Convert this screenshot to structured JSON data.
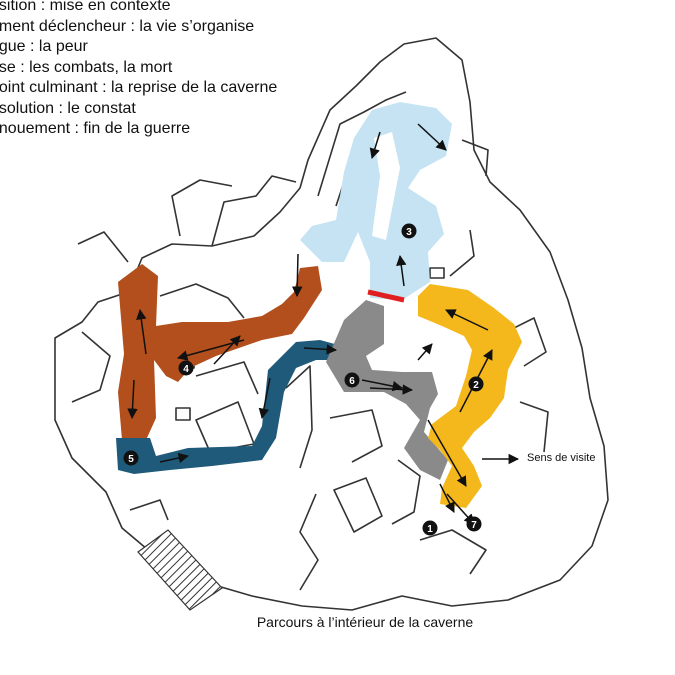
{
  "stages": [
    "osition : mise en contexte",
    "ément déclencheur : la vie s’organise",
    "rigue : la peur",
    "rise : les combats, la mort",
    "point culminant : la reprise de la caverne",
    "ésolution : le constat",
    "énouement : fin de la guerre"
  ],
  "legend": {
    "direction_label": "Sens de visite"
  },
  "caption": "Parcours à l’intérieur de la caverne",
  "markers": [
    "1",
    "2",
    "3",
    "4",
    "5",
    "6",
    "7"
  ],
  "colors": {
    "zone_2": "#f4b81c",
    "zone_3": "#c5e3f3",
    "zone_4": "#b24f1c",
    "zone_5": "#205a7a",
    "zone_6": "#8a8a8a",
    "barrier": "#e02020",
    "walls": "#333333"
  }
}
